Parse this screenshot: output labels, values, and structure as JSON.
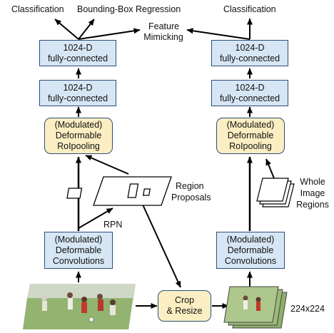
{
  "top_labels": {
    "classification_left": "Classification",
    "bbox_regression": "Bounding-Box Regression",
    "classification_right": "Classification",
    "feature_mimicking_1": "Feature",
    "feature_mimicking_2": "Mimicking"
  },
  "left_branch": {
    "fc_top": [
      "1024-D",
      "fully-connected"
    ],
    "fc_bottom": [
      "1024-D",
      "fully-connected"
    ],
    "roipool": [
      "(Modulated)",
      "Deformable",
      "RoIpooling"
    ],
    "conv": [
      "(Modulated)",
      "Deformable",
      "Convolutions"
    ]
  },
  "right_branch": {
    "fc_top": [
      "1024-D",
      "fully-connected"
    ],
    "fc_bottom": [
      "1024-D",
      "fully-connected"
    ],
    "roipool": [
      "(Modulated)",
      "Deformable",
      "RoIpooling"
    ],
    "conv": [
      "(Modulated)",
      "Deformable",
      "Convolutions"
    ]
  },
  "middle": {
    "rpn": "RPN",
    "region_proposals": [
      "Region",
      "Proposals"
    ],
    "crop_resize": [
      "Crop",
      "& Resize"
    ],
    "whole_image_regions": [
      "Whole",
      "Image",
      "Regions"
    ],
    "size_label": "224x224"
  },
  "colors": {
    "box_blue": "#d7e6f5",
    "box_yellow": "#fbeec2",
    "border": "#2b4f7a"
  }
}
